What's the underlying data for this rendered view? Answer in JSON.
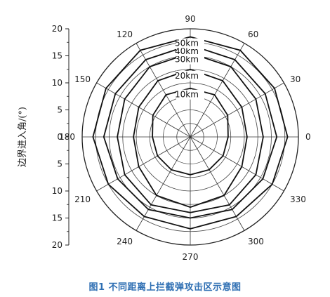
{
  "caption": "图1 不同距离上拦截弹攻击区示意图",
  "chart_data": {
    "type": "polar",
    "ylabel": "边界进入角/(°)",
    "yticks": [
      20,
      15,
      10,
      5,
      0,
      5,
      10,
      15,
      20
    ],
    "angle_labels": [
      "0",
      "30",
      "60",
      "90",
      "120",
      "150",
      "180",
      "210",
      "240",
      "270",
      "300",
      "330"
    ],
    "ring_labels": [
      "10km",
      "20km",
      "30km",
      "40km",
      "50km"
    ],
    "grid": true,
    "series": [
      {
        "name": "10km",
        "r": [
          7,
          8,
          9,
          9,
          9,
          8,
          7,
          7,
          7,
          7,
          7,
          7
        ]
      },
      {
        "name": "20km",
        "r": [
          10.5,
          11,
          12,
          12.5,
          12,
          11,
          10.5,
          11,
          12.5,
          13,
          12.5,
          11
        ]
      },
      {
        "name": "30km",
        "r": [
          13.5,
          14,
          15,
          15.5,
          15,
          14,
          13.5,
          14,
          14.5,
          14,
          14.5,
          14
        ]
      },
      {
        "name": "40km",
        "r": [
          16,
          16,
          16.5,
          17,
          16.5,
          16,
          16,
          15.5,
          15.5,
          15,
          15.5,
          15.5
        ]
      },
      {
        "name": "50km",
        "r": [
          18,
          18,
          18.5,
          18.5,
          18.5,
          18,
          18,
          17.5,
          17,
          17,
          17,
          17.5
        ]
      }
    ],
    "rlim": [
      0,
      20
    ]
  }
}
